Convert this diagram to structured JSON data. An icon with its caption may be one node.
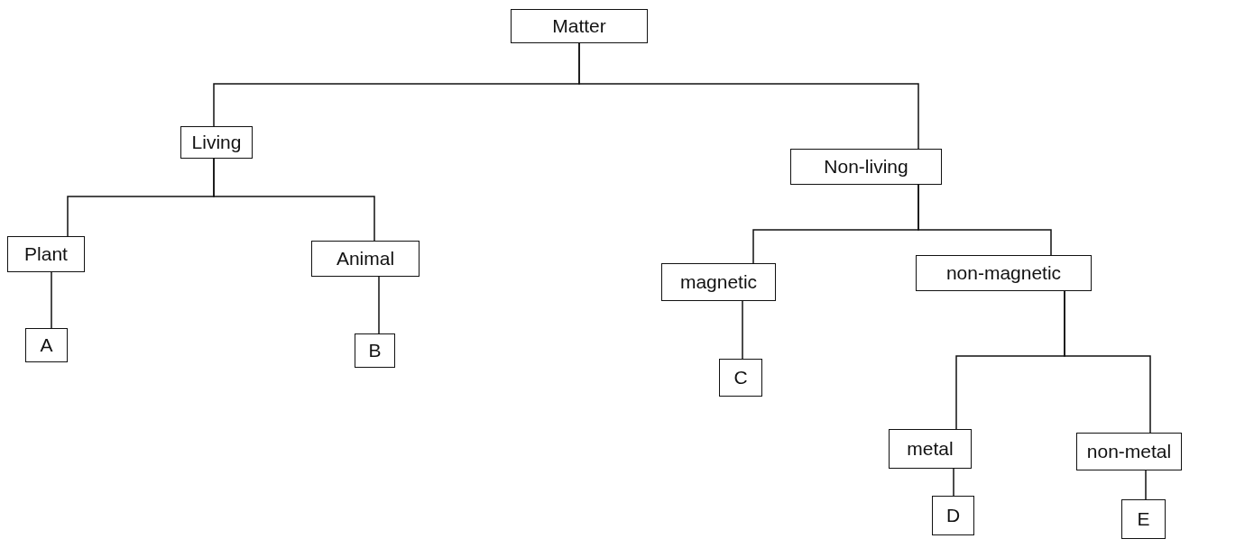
{
  "diagram": {
    "nodes": [
      {
        "text": [
          "Matter"
        ]
      },
      {
        "text": [
          "Living"
        ]
      },
      {
        "text": [
          "Non-living"
        ]
      },
      {
        "text": [
          "Plant"
        ]
      },
      {
        "text": [
          "Animal"
        ]
      },
      {
        "text": [
          "A"
        ]
      },
      {
        "text": [
          "B"
        ]
      },
      {
        "text": [
          "magnetic"
        ]
      },
      {
        "text": [
          "non-magnetic"
        ]
      },
      {
        "text": [
          "C"
        ]
      },
      {
        "text": [
          "metal"
        ]
      },
      {
        "text": [
          "non-metal"
        ]
      },
      {
        "text": [
          "D"
        ]
      },
      {
        "text": [
          "E"
        ]
      }
    ],
    "edges": [
      {
        "from": 0,
        "to": 1,
        "arrow": "none"
      },
      {
        "from": 0,
        "to": 2,
        "arrow": "none"
      },
      {
        "from": 1,
        "to": 3,
        "arrow": "none"
      },
      {
        "from": 1,
        "to": 4,
        "arrow": "none"
      },
      {
        "from": 3,
        "to": 5,
        "arrow": "none"
      },
      {
        "from": 4,
        "to": 6,
        "arrow": "none"
      },
      {
        "from": 2,
        "to": 7,
        "arrow": "none"
      },
      {
        "from": 2,
        "to": 8,
        "arrow": "none"
      },
      {
        "from": 7,
        "to": 9,
        "arrow": "none"
      },
      {
        "from": 8,
        "to": 10,
        "arrow": "none"
      },
      {
        "from": 8,
        "to": 11,
        "arrow": "none"
      },
      {
        "from": 10,
        "to": 12,
        "arrow": "none"
      },
      {
        "from": 11,
        "to": 13,
        "arrow": "none"
      }
    ]
  }
}
